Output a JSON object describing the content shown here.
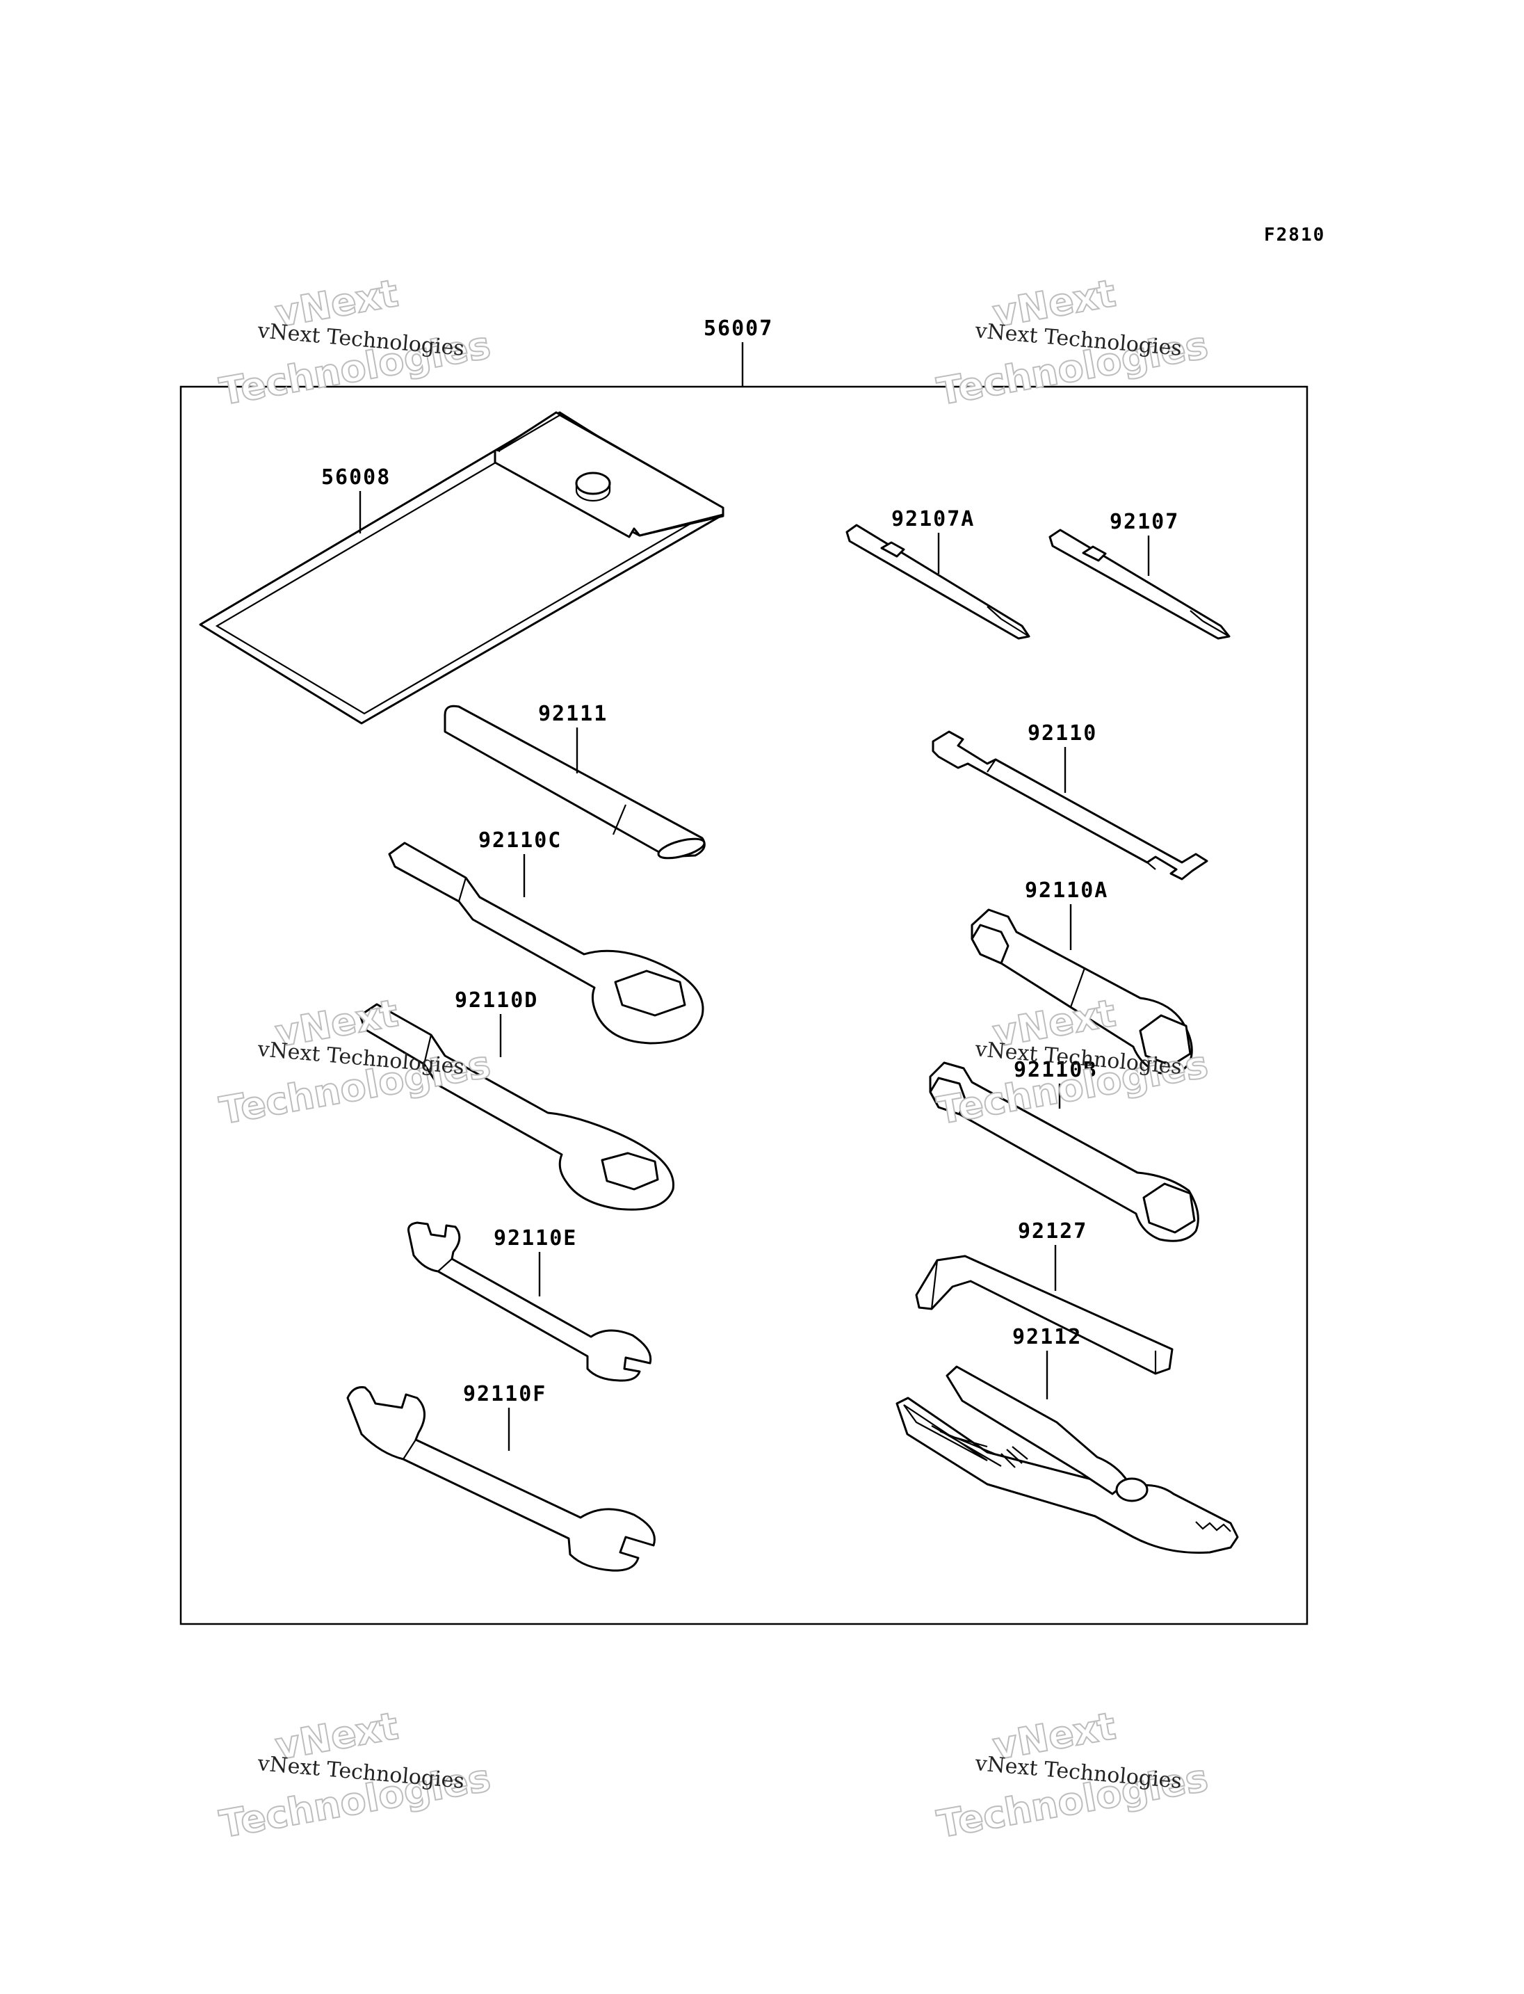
{
  "figure_ref": "F2810",
  "group": {
    "label": "56007"
  },
  "parts": [
    {
      "id": "56008",
      "label": "56008"
    },
    {
      "id": "92107A",
      "label": "92107A"
    },
    {
      "id": "92107",
      "label": "92107"
    },
    {
      "id": "92111",
      "label": "92111"
    },
    {
      "id": "92110",
      "label": "92110"
    },
    {
      "id": "92110C",
      "label": "92110C"
    },
    {
      "id": "92110A",
      "label": "92110A"
    },
    {
      "id": "92110D",
      "label": "92110D"
    },
    {
      "id": "92110B",
      "label": "92110B"
    },
    {
      "id": "92127",
      "label": "92127"
    },
    {
      "id": "92110E",
      "label": "92110E"
    },
    {
      "id": "92112",
      "label": "92112"
    },
    {
      "id": "92110F",
      "label": "92110F"
    }
  ],
  "watermark": {
    "line1": "vNext",
    "line2": "Technologies",
    "small": "vNext Technologies"
  }
}
